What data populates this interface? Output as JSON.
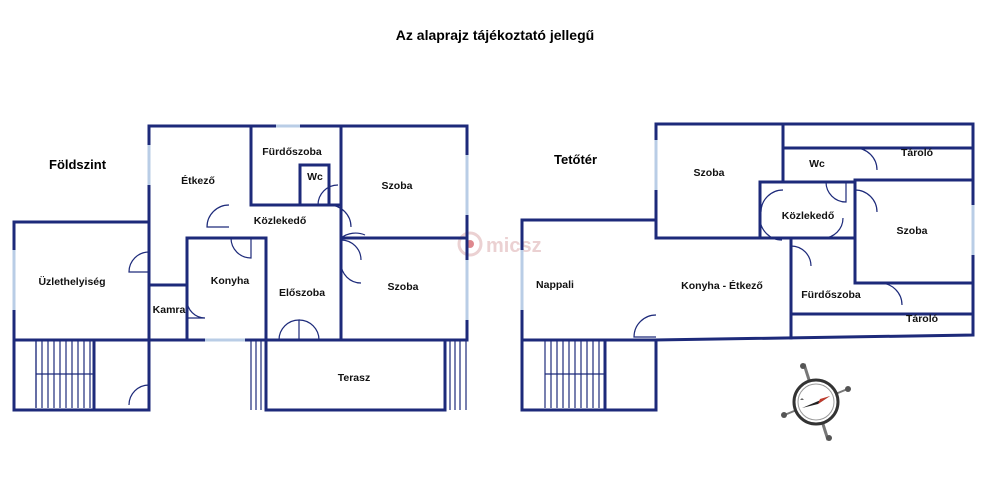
{
  "title": "Az alaprajz tájékoztató jellegű",
  "watermark": "micsz",
  "ground_floor": {
    "label": "Földszint",
    "rooms": {
      "etkezo": "Étkező",
      "furdoszoba": "Fürdőszoba",
      "wc": "Wc",
      "szoba1": "Szoba",
      "kozlekedo": "Közlekedő",
      "szoba2": "Szoba",
      "uzlethelyiseg": "Üzlethelyiség",
      "konyha": "Konyha",
      "eloszoba": "Előszoba",
      "kamra": "Kamra",
      "terasz": "Terasz"
    }
  },
  "attic": {
    "label": "Tetőtér",
    "rooms": {
      "szoba1": "Szoba",
      "wc": "Wc",
      "tarolo1": "Tároló",
      "kozlekedo": "Közlekedő",
      "szoba2": "Szoba",
      "nappali": "Nappali",
      "konyha_etkezo": "Konyha - Étkező",
      "furdoszoba": "Fürdőszoba",
      "tarolo2": "Tároló"
    }
  },
  "compass": {
    "icon": "compass-icon"
  }
}
